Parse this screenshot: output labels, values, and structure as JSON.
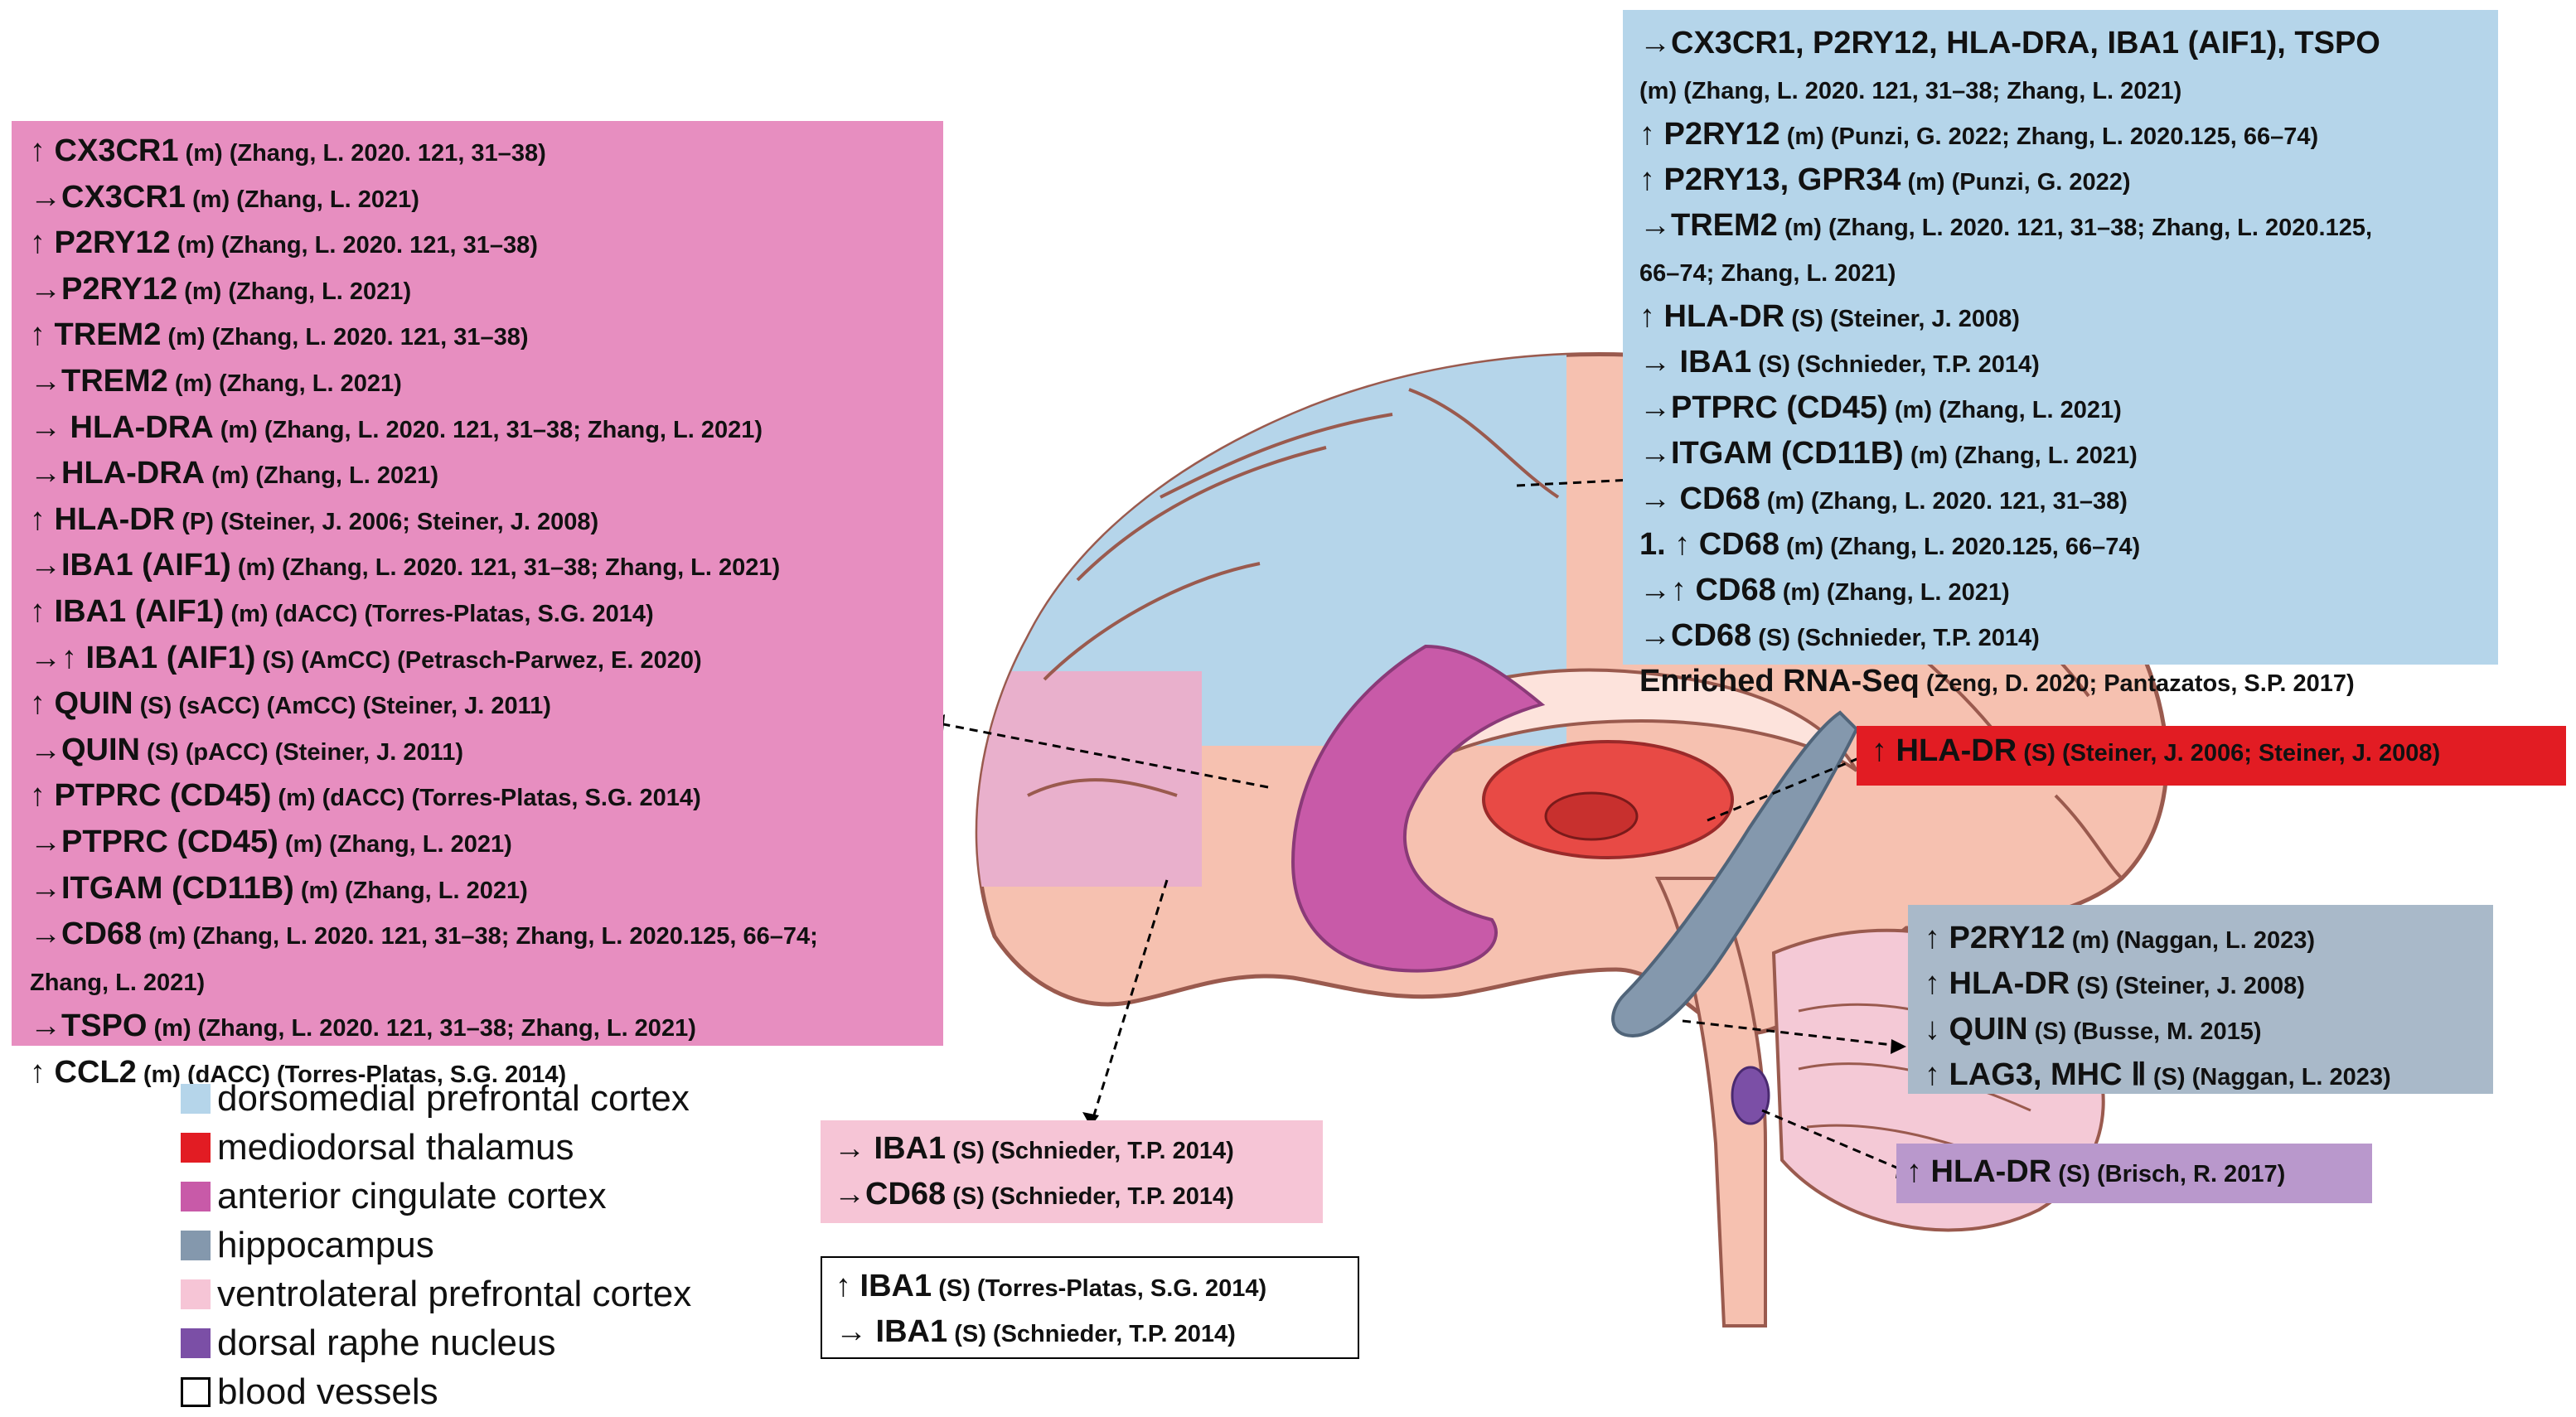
{
  "colors": {
    "dmpfc": "#b5d5ea",
    "thalamus": "#e21c23",
    "acc": "#c85aa8",
    "acc_box": "#e78ec0",
    "hippocampus": "#8498ad",
    "hippocampus_box": "#a9b9c9",
    "vlpfc": "#f6c5d6",
    "drn": "#7b4fa6",
    "drn_box": "#b998cc",
    "blood_vessels": "#ffffff",
    "brain_tissue": "#f6c1b0",
    "brain_outline": "#9a5a4e"
  },
  "acc_box": {
    "lines": [
      {
        "gene": "↑ CX3CR1",
        "ref": " (m) (Zhang, L. 2020. 121, 31–38)"
      },
      {
        "gene": "→CX3CR1",
        "ref": " (m) (Zhang, L. 2021)"
      },
      {
        "gene": "↑ P2RY12",
        "ref": " (m) (Zhang, L. 2020. 121, 31–38)"
      },
      {
        "gene": "→P2RY12",
        "ref": " (m) (Zhang, L. 2021)"
      },
      {
        "gene": "↑ TREM2",
        "ref": " (m) (Zhang, L. 2020. 121, 31–38)"
      },
      {
        "gene": "→TREM2",
        "ref": " (m) (Zhang, L. 2021)"
      },
      {
        "gene": "→ HLA-DRA",
        "ref": " (m) (Zhang, L. 2020. 121, 31–38; Zhang, L. 2021)"
      },
      {
        "gene": "→HLA-DRA",
        "ref": " (m) (Zhang, L. 2021)"
      },
      {
        "gene": "↑ HLA-DR",
        "ref": " (P) (Steiner, J. 2006; Steiner, J. 2008)"
      },
      {
        "gene": "→IBA1 (AIF1)",
        "ref": " (m) (Zhang, L. 2020. 121, 31–38; Zhang, L. 2021)"
      },
      {
        "gene": "↑ IBA1 (AIF1)",
        "ref": " (m) (dACC) (Torres-Platas, S.G. 2014)"
      },
      {
        "gene": "→↑ IBA1 (AIF1)",
        "ref": " (S) (AmCC) (Petrasch-Parwez, E. 2020)"
      },
      {
        "gene": "↑ QUIN",
        "ref": " (S) (sACC) (AmCC) (Steiner, J. 2011)"
      },
      {
        "gene": "→QUIN",
        "ref": " (S) (pACC) (Steiner, J. 2011)"
      },
      {
        "gene": "↑ PTPRC (CD45)",
        "ref": " (m) (dACC) (Torres-Platas, S.G. 2014)"
      },
      {
        "gene": "→PTPRC (CD45)",
        "ref": " (m) (Zhang, L. 2021)"
      },
      {
        "gene": "→ITGAM (CD11B)",
        "ref": " (m) (Zhang, L. 2021)"
      },
      {
        "gene": "→CD68",
        "ref": " (m) (Zhang, L. 2020. 121, 31–38; Zhang, L. 2020.125, 66–74;"
      },
      {
        "gene": "",
        "ref": "Zhang, L. 2021)"
      },
      {
        "gene": "→TSPO",
        "ref": " (m) (Zhang, L. 2020. 121, 31–38; Zhang, L. 2021)"
      },
      {
        "gene": "↑ CCL2",
        "ref": " (m) (dACC) (Torres-Platas, S.G. 2014)"
      }
    ]
  },
  "dmpfc_box": {
    "lines": [
      {
        "gene": "→CX3CR1, P2RY12, HLA-DRA, IBA1 (AIF1), TSPO",
        "ref": ""
      },
      {
        "gene": "",
        "ref": "(m) (Zhang, L. 2020. 121, 31–38; Zhang, L. 2021)"
      },
      {
        "gene": "↑ P2RY12",
        "ref": " (m) (Punzi, G. 2022; Zhang, L. 2020.125, 66–74)"
      },
      {
        "gene": "↑ P2RY13, GPR34",
        "ref": " (m) (Punzi, G. 2022)"
      },
      {
        "gene": "→TREM2",
        "ref": " (m) (Zhang, L. 2020. 121, 31–38; Zhang, L. 2020.125,"
      },
      {
        "gene": "",
        "ref": "66–74; Zhang, L. 2021)"
      },
      {
        "gene": "↑ HLA-DR",
        "ref": " (S) (Steiner, J. 2008)"
      },
      {
        "gene": "→ IBA1",
        "ref": " (S) (Schnieder, T.P. 2014)"
      },
      {
        "gene": "→PTPRC (CD45)",
        "ref": " (m) (Zhang, L. 2021)"
      },
      {
        "gene": "→ITGAM (CD11B)",
        "ref": " (m) (Zhang, L. 2021)"
      },
      {
        "gene": "→ CD68",
        "ref": " (m) (Zhang, L. 2020. 121, 31–38)"
      },
      {
        "gene": "1.    ↑ CD68",
        "ref": " (m) (Zhang, L. 2020.125, 66–74)"
      },
      {
        "gene": "→↑ CD68",
        "ref": " (m) (Zhang, L. 2021)"
      },
      {
        "gene": "→CD68",
        "ref": " (S) (Schnieder, T.P. 2014)"
      },
      {
        "gene": "Enriched RNA-Seq",
        "ref": " (Zeng, D. 2020; Pantazatos, S.P. 2017)"
      }
    ]
  },
  "md_box": {
    "lines": [
      {
        "gene": "↑ HLA-DR",
        "ref": " (S) (Steiner, J. 2006; Steiner, J. 2008)"
      }
    ]
  },
  "hippo_box": {
    "lines": [
      {
        "gene": "↑ P2RY12",
        "ref": " (m) (Naggan, L. 2023)"
      },
      {
        "gene": "↑ HLA-DR",
        "ref": " (S) (Steiner, J. 2008)"
      },
      {
        "gene": "↓ QUIN",
        "ref": " (S) (Busse, M. 2015)"
      },
      {
        "gene": "↑ LAG3, MHC Ⅱ",
        "ref": " (S) (Naggan, L. 2023)"
      }
    ]
  },
  "drn_box": {
    "lines": [
      {
        "gene": "↑ HLA-DR",
        "ref": " (S) (Brisch, R. 2017)"
      }
    ]
  },
  "vlpfc_box": {
    "lines": [
      {
        "gene": "→ IBA1",
        "ref": " (S) (Schnieder, T.P. 2014)"
      },
      {
        "gene": "→CD68",
        "ref": " (S) (Schnieder, T.P. 2014)"
      }
    ]
  },
  "bv_box": {
    "lines": [
      {
        "gene": "↑ IBA1",
        "ref": " (S) (Torres-Platas, S.G. 2014)"
      },
      {
        "gene": "→ IBA1",
        "ref": " (S) (Schnieder, T.P. 2014)"
      }
    ]
  },
  "legend": {
    "items": [
      {
        "label": "dorsomedial prefrontal cortex",
        "color": "#b5d5ea"
      },
      {
        "label": "mediodorsal thalamus",
        "color": "#e21c23"
      },
      {
        "label": "anterior cingulate cortex",
        "color": "#c85aa8"
      },
      {
        "label": "hippocampus",
        "color": "#8498ad"
      },
      {
        "label": "ventrolateral prefrontal cortex",
        "color": "#f6c5d6"
      },
      {
        "label": "dorsal raphe nucleus",
        "color": "#7b4fa6"
      },
      {
        "label": "blood vessels",
        "color": "#ffffff"
      }
    ]
  }
}
